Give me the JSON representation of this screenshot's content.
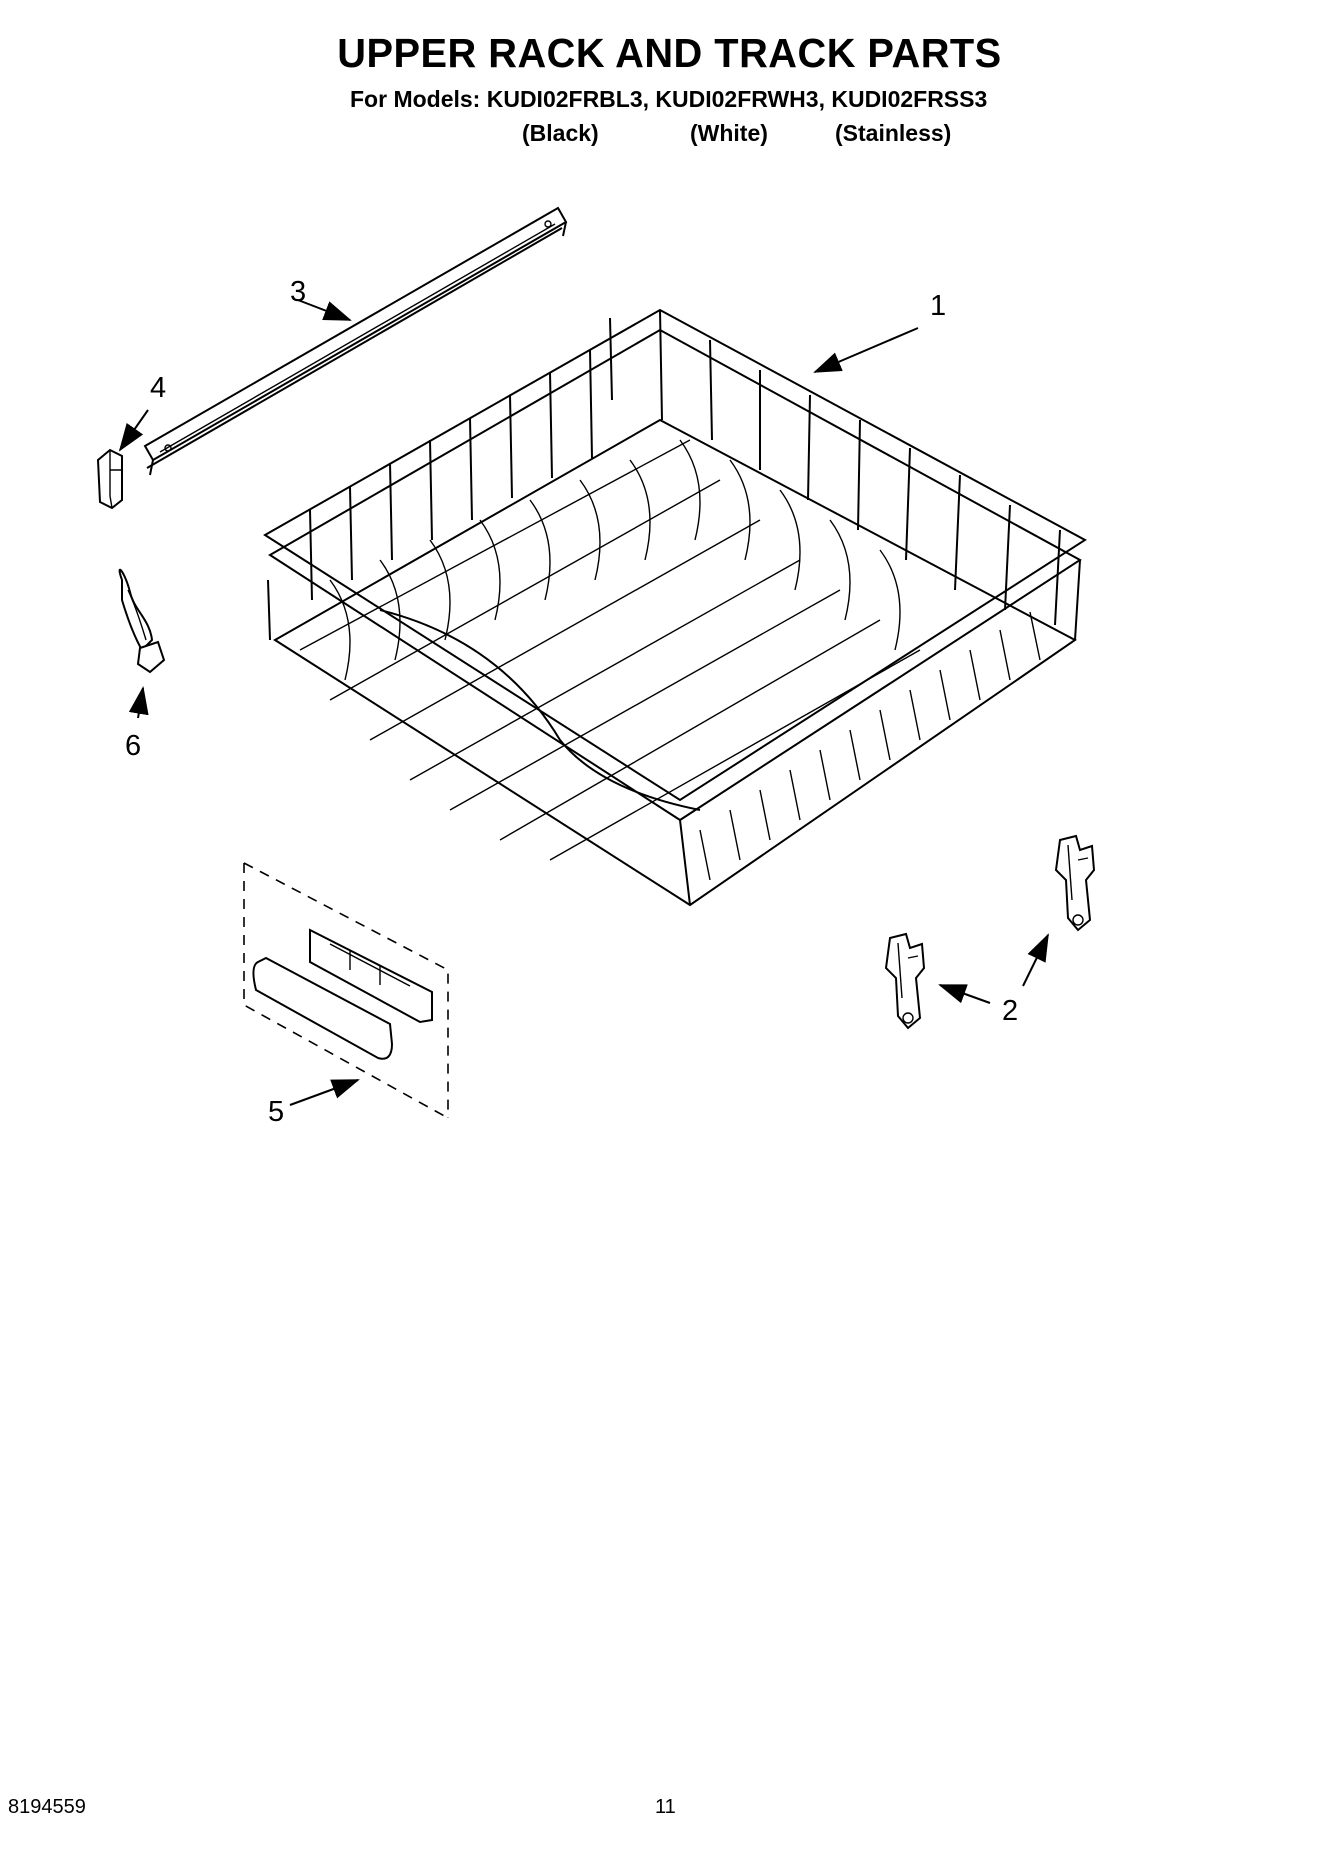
{
  "header": {
    "title": "UPPER RACK AND TRACK PARTS",
    "models_line": "For Models: KUDI02FRBL3, KUDI02FRWH3, KUDI02FRSS3",
    "colors": [
      "(Black)",
      "(White)",
      "(Stainless)"
    ]
  },
  "callouts": [
    "1",
    "2",
    "3",
    "4",
    "5",
    "6"
  ],
  "parts_depicted": [
    "upper-rack",
    "rack-adjuster",
    "track",
    "track-end-cap",
    "rack-handle",
    "track-stop"
  ],
  "footer": {
    "document_number": "8194559",
    "page_number": "11"
  }
}
